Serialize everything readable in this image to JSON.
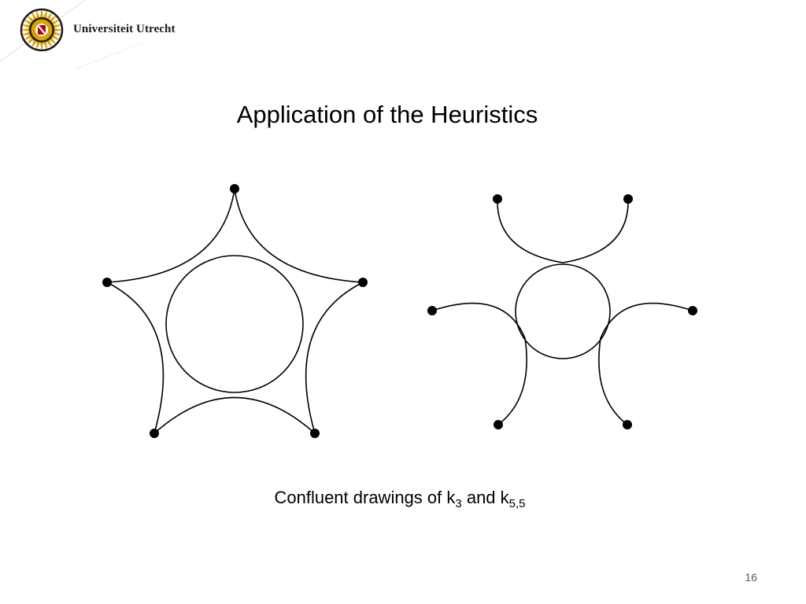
{
  "header": {
    "university_name": "Universiteit Utrecht",
    "logo_icon": "university-seal-icon"
  },
  "slide": {
    "title": "Application of the Heuristics",
    "caption": {
      "prefix": "Confluent drawings of k",
      "sub1": "3",
      "middle": " and k",
      "sub2": "5,5"
    },
    "page_number": "16"
  },
  "colors": {
    "text": "#000000",
    "seal_gold": "#d9a400",
    "seal_dark": "#1a1a1a",
    "seal_red": "#b3001b",
    "page_number": "#595959"
  }
}
